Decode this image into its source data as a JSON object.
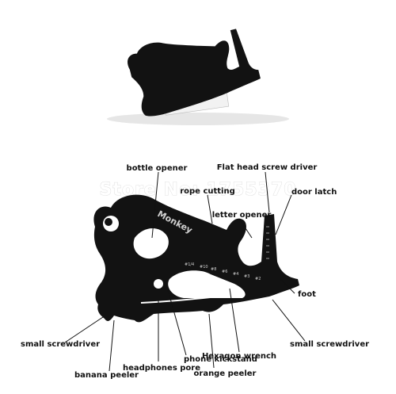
{
  "watermark": "Store No: 1755370",
  "engraving": {
    "brand": "Monkey",
    "sizes": [
      "#1/4",
      "#10",
      "#8",
      "#6",
      "#4",
      "#3",
      "#2"
    ]
  },
  "labels": {
    "bottle_opener": "bottle opener",
    "flat_head_screw_driver": "Flat head screw driver",
    "rope_cutting": "rope cutting",
    "door_latch": "door latch",
    "letter_opener": "letter opener",
    "foot": "foot",
    "small_screwdriver_left": "small screwdriver",
    "small_screwdriver_right": "small screwdriver",
    "hexagon_wrench": "Hexagon wrench",
    "phone_kickstand": "phone kickstand",
    "banana_peeler": "banana peeler",
    "headphones_pore": "headphones pore",
    "orange_peeler": "orange peeler"
  },
  "colors": {
    "tool": "#111111",
    "background": "#ffffff",
    "label": "#111111",
    "card": "#e9e9e9"
  }
}
